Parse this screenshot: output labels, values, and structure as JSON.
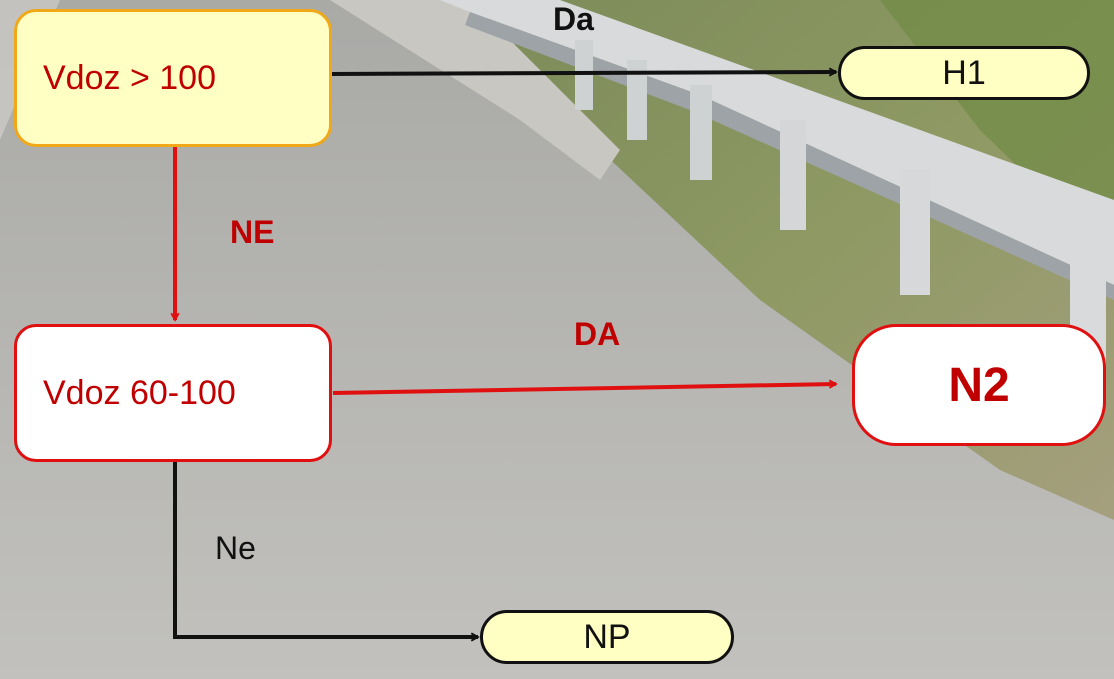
{
  "diagram": {
    "nodes": {
      "speed_over_100": {
        "text": "Vdoz > 100"
      },
      "speed_60_100": {
        "text": "Vdoz 60-100"
      },
      "h1": {
        "text": "H1"
      },
      "n2": {
        "text": "N2"
      },
      "np": {
        "text": "NP"
      }
    },
    "edges": {
      "over100_yes": {
        "label": "Da"
      },
      "over100_no": {
        "label": "NE"
      },
      "range_yes": {
        "label": "DA"
      },
      "range_no": {
        "label": "Ne"
      }
    }
  },
  "colors": {
    "yellow_fill": "#ffffc4",
    "orange_border": "#f0a818",
    "red": "#e01010",
    "text_red": "#c00000",
    "black": "#111111",
    "white": "#ffffff"
  },
  "background": "photo of a roadside with a metal guardrail and grass verge"
}
